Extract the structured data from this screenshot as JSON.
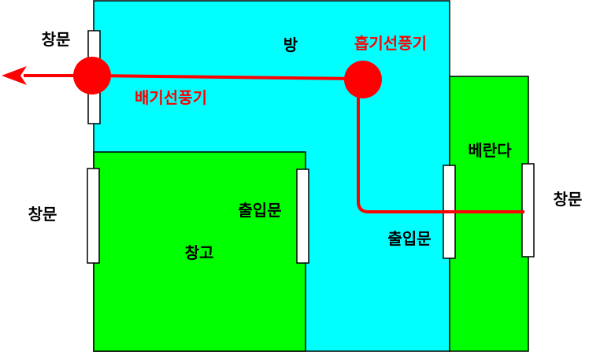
{
  "rooms": {
    "room": {
      "label": "방",
      "color": "#00FFFF"
    },
    "storage": {
      "label": "창고",
      "color": "#00FF00"
    },
    "veranda": {
      "label": "베란다",
      "color": "#00FF00"
    }
  },
  "openings": {
    "window_top_left": "창문",
    "window_mid_left": "창문",
    "window_right": "창문",
    "door_storage": "출입문",
    "door_veranda": "출입문"
  },
  "fans": {
    "exhaust_label": "배기선풍기",
    "intake_label": "흡기선풍기",
    "color": "#FF0000"
  }
}
